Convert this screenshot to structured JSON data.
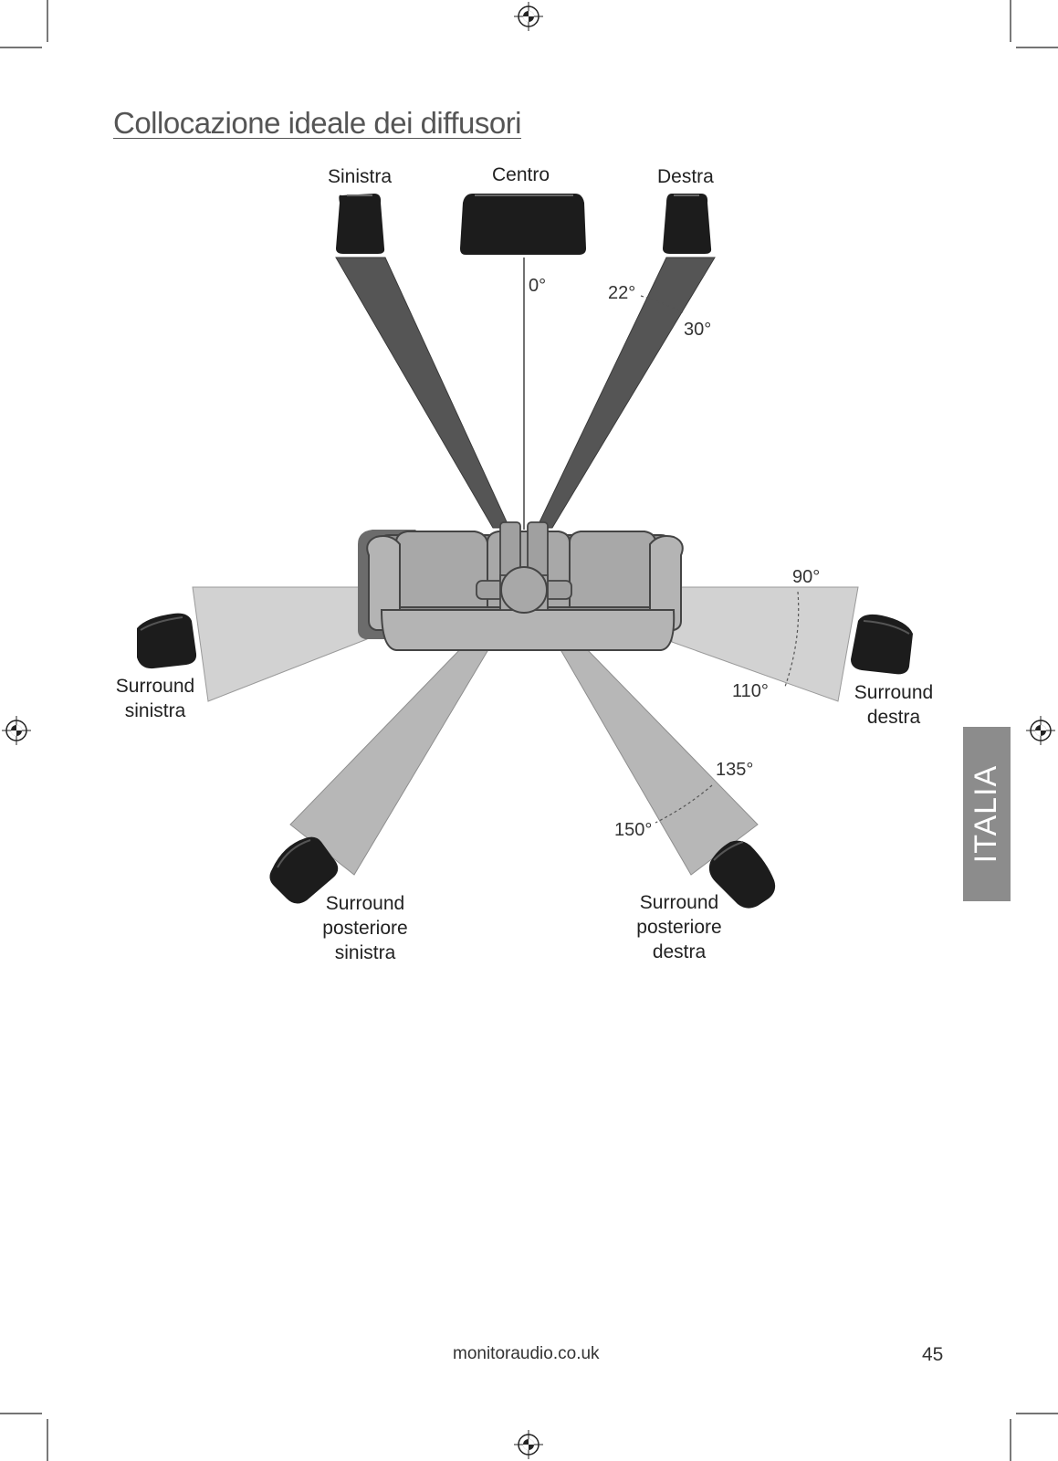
{
  "title": "Collocazione ideale dei diffusori",
  "speakers": {
    "left": "Sinistra",
    "center": "Centro",
    "right": "Destra",
    "surround_left": [
      "Surround",
      "sinistra"
    ],
    "surround_right": [
      "Surround",
      "destra"
    ],
    "rear_left": [
      "Surround",
      "posteriore",
      "sinistra"
    ],
    "rear_right": [
      "Surround",
      "posteriore",
      "destra"
    ]
  },
  "angles": {
    "a0": "0°",
    "a22": "22°",
    "a30": "30°",
    "a90": "90°",
    "a110": "110°",
    "a135": "135°",
    "a150": "150°"
  },
  "side_tab": "ITALIA",
  "footer": {
    "url": "monitoraudio.co.uk",
    "page": "45"
  },
  "colors": {
    "speaker": "#1c1c1c",
    "front_beam": "#555555",
    "surround_beam": "#d2d2d2",
    "rear_beam": "#b7b7b7",
    "sofa": "#a8a8a8",
    "tab": "#8c8c8c"
  }
}
